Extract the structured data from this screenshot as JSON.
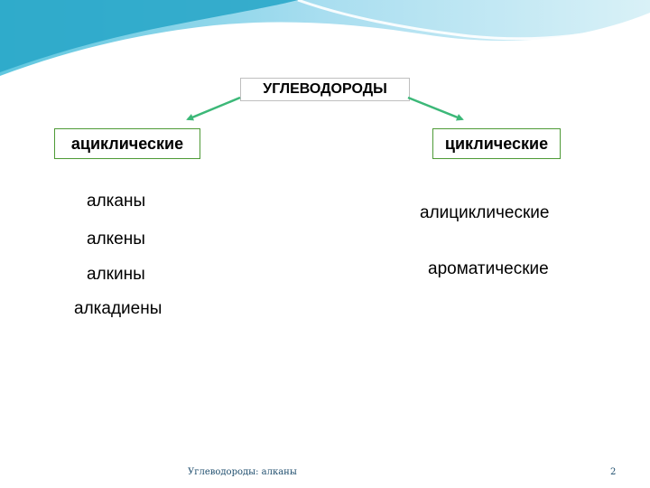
{
  "title": "УГЛЕВОДОРОДЫ",
  "branches": {
    "left": {
      "label": "ациклические",
      "items": [
        "алканы",
        "алкены",
        "алкины",
        "алкадиены"
      ]
    },
    "right": {
      "label": "циклические",
      "items": [
        "алициклические",
        "ароматические"
      ]
    }
  },
  "footer": {
    "caption": "Углеводороды: алканы",
    "page_number": "2"
  },
  "colors": {
    "arrow": "#3cb878",
    "box_border": "#4e9a36",
    "wave_dark": "#2aa7c9",
    "wave_light": "#bfe6f0"
  }
}
